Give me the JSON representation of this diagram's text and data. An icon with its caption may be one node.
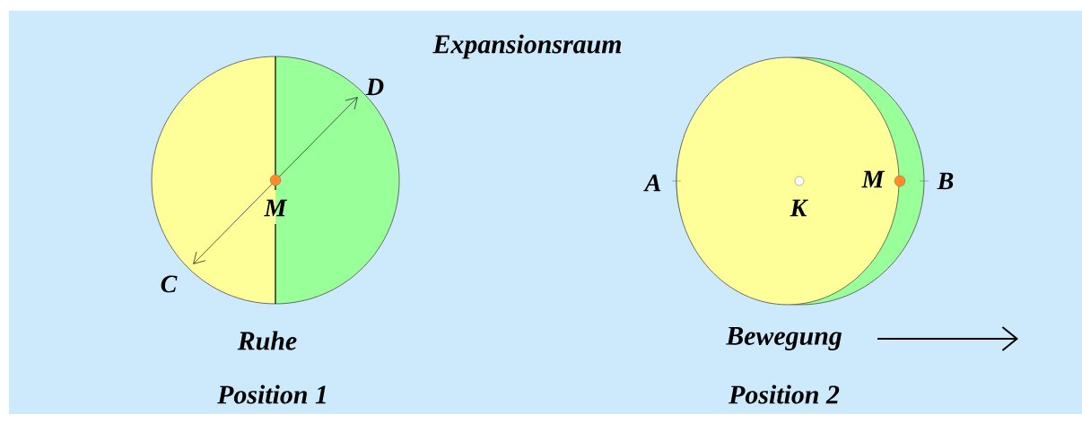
{
  "diagram": {
    "title": "Expansionsraum",
    "labels": [
      "D",
      "M",
      "C",
      "Ruhe",
      "Position 1",
      "A",
      "K",
      "M",
      "B",
      "Bewegung",
      "Position 2"
    ]
  }
}
